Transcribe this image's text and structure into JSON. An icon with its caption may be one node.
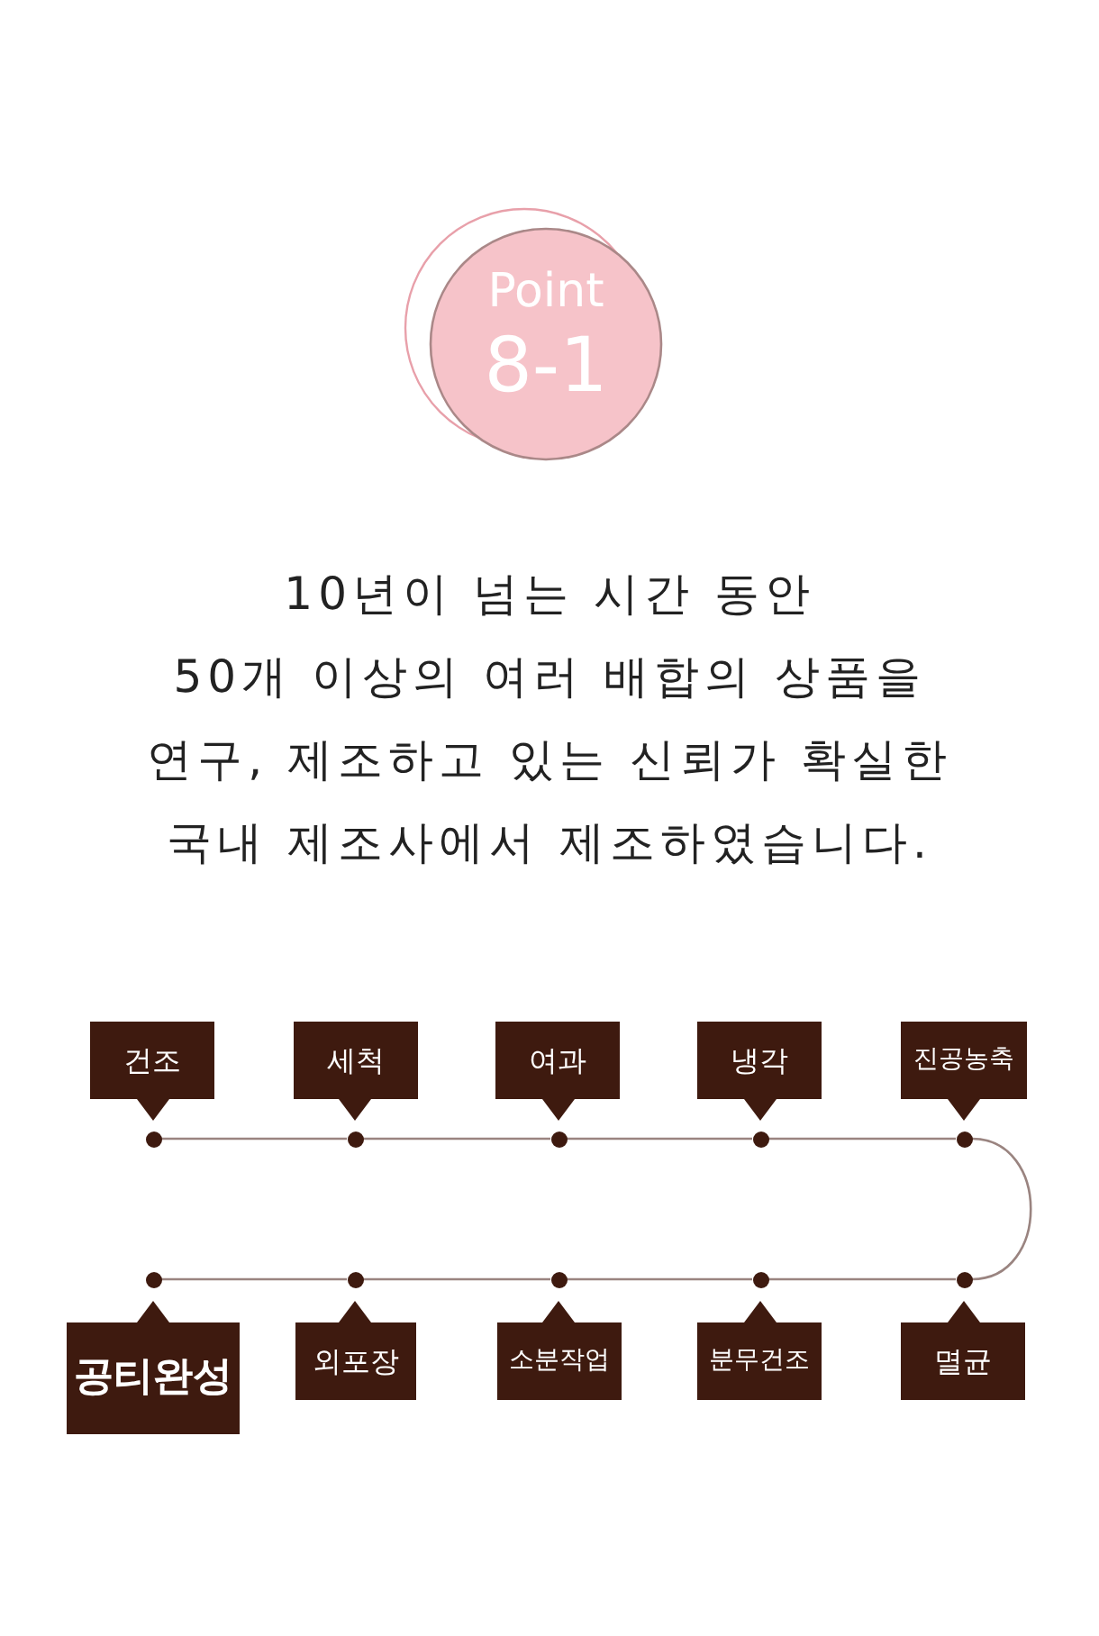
{
  "diagram": {
    "nodes": [
      {
        "text": [
          "Point",
          "8-1"
        ]
      },
      {
        "text": [
          "건조"
        ]
      },
      {
        "text": [
          "세척"
        ]
      },
      {
        "text": [
          "여과"
        ]
      },
      {
        "text": [
          "냉각"
        ]
      },
      {
        "text": [
          "진공농축"
        ]
      },
      {
        "text": [],
        "shape": "circle"
      },
      {
        "text": [],
        "shape": "circle"
      },
      {
        "text": [],
        "shape": "circle"
      },
      {
        "text": [],
        "shape": "circle"
      },
      {
        "text": [],
        "shape": "circle"
      },
      {
        "text": [],
        "shape": "circle"
      },
      {
        "text": [],
        "shape": "circle"
      },
      {
        "text": [],
        "shape": "circle"
      },
      {
        "text": [],
        "shape": "circle"
      },
      {
        "text": [],
        "shape": "circle"
      },
      {
        "text": [
          "공티완성"
        ]
      },
      {
        "text": [
          "외포장"
        ]
      },
      {
        "text": [
          "소분작업"
        ]
      },
      {
        "text": [
          "분무건조"
        ]
      },
      {
        "text": [
          "멸균"
        ]
      }
    ],
    "edges": [
      {
        "from": 6,
        "to": 7,
        "arrow": "none"
      },
      {
        "from": 7,
        "to": 8,
        "arrow": "none"
      },
      {
        "from": 8,
        "to": 9,
        "arrow": "none"
      },
      {
        "from": 9,
        "to": 10,
        "arrow": "none"
      },
      {
        "from": 10,
        "to": 15,
        "arrow": "none"
      },
      {
        "from": 15,
        "to": 14,
        "arrow": "none"
      },
      {
        "from": 14,
        "to": 13,
        "arrow": "none"
      },
      {
        "from": 13,
        "to": 12,
        "arrow": "none"
      },
      {
        "from": 12,
        "to": 11,
        "arrow": "none"
      }
    ],
    "labels": [
      "10년이 넘는 시간 동안 50개 이상의 여러 배합의 상품을 연구, 제조하고 있는 신뢰가 확실한 국내 제조사에서 제조하였습니다."
    ]
  }
}
